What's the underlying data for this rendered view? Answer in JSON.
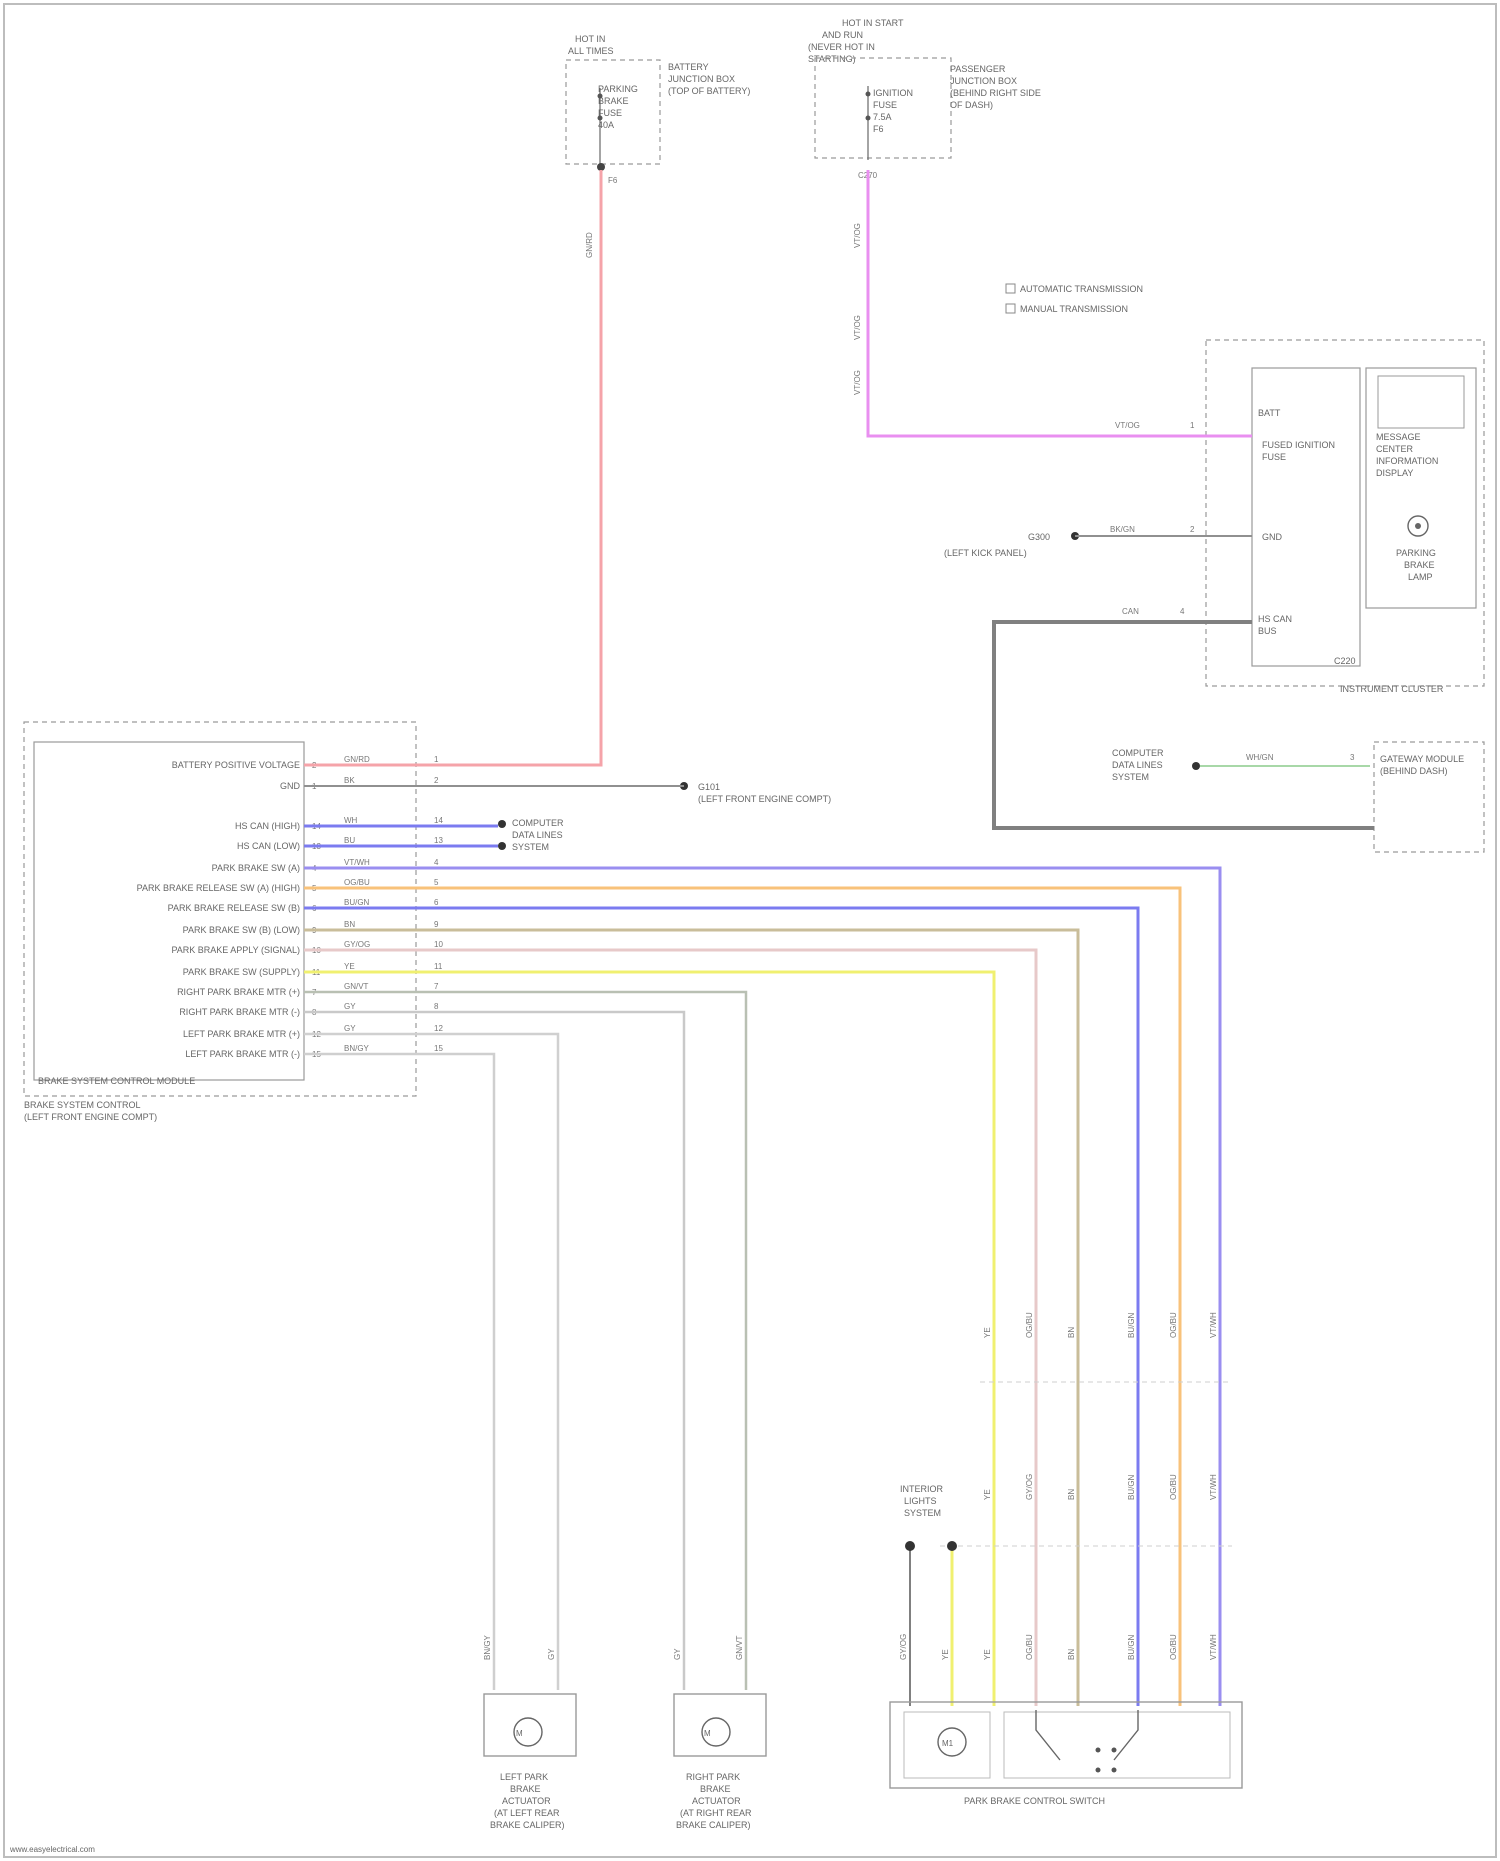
{
  "diagram": {
    "top_fuse_left": {
      "header": [
        "HOT IN",
        "ALL TIMES"
      ],
      "fuse_label": [
        "PARKING",
        "BRAKE",
        "FUSE",
        "40A"
      ],
      "location": [
        "BATTERY",
        "JUNCTION BOX",
        "(TOP OF BATTERY)"
      ],
      "pin": "F6",
      "wire": "GN/RD"
    },
    "top_fuse_right": {
      "header": [
        "HOT IN START",
        "AND RUN",
        "(NEVER HOT IN",
        "STARTING)"
      ],
      "fuse_label": [
        "IGNITION",
        "FUSE",
        "7.5A",
        "F6"
      ],
      "location": [
        "PASSENGER",
        "JUNCTION BOX",
        "(BEHIND RIGHT SIDE",
        "OF DASH)"
      ],
      "pin": "C270",
      "wire_top": "VT/OG",
      "wire_mid": "VT/OG",
      "wire_bot": "VT/OG"
    },
    "legend": [
      "AUTOMATIC TRANSMISSION",
      "MANUAL TRANSMISSION"
    ],
    "instrument_cluster": {
      "title": "INSTRUMENT CLUSTER",
      "bat_label": "BATT",
      "fused_label": [
        "FUSED IGNITION",
        "FUSE"
      ],
      "gnd_label": "GND",
      "network_label": [
        "HS CAN",
        "BUS"
      ],
      "message_center": [
        "MESSAGE",
        "CENTER",
        "INFORMATION",
        "DISPLAY"
      ],
      "lamp_label": [
        "PARKING",
        "BRAKE",
        "LAMP"
      ],
      "connector": "C220",
      "wire_ign": "VT/OG",
      "pin_ign": "1",
      "wire_gnd": "BK/GN",
      "pin_gnd": "2",
      "wire_can": "CAN",
      "pin_can": "4",
      "ground_point": [
        "G300",
        "(LEFT KICK PANEL)"
      ]
    },
    "abs_module": {
      "title": "BRAKE SYSTEM CONTROL MODULE",
      "location": [
        "BRAKE SYSTEM CONTROL",
        "(LEFT FRONT ENGINE COMPT)"
      ],
      "rows": [
        {
          "label": "BATTERY POSITIVE VOLTAGE",
          "pin": "2",
          "wire": "GN/RD",
          "circuit": "1"
        },
        {
          "label": "GND",
          "pin": "1",
          "wire": "BK",
          "circuit": "2"
        },
        {
          "label": "HS CAN (HIGH)",
          "pin": "14",
          "wire": "WH",
          "circuit": "14"
        },
        {
          "label": "HS CAN (LOW)",
          "pin": "13",
          "wire": "BU",
          "circuit": "13"
        },
        {
          "label": "PARK BRAKE SW (A)",
          "pin": "4",
          "wire": "VT/WH",
          "circuit": "4"
        },
        {
          "label": "PARK BRAKE RELEASE SW (A) (HIGH)",
          "pin": "5",
          "wire": "OG/BU",
          "circuit": "5"
        },
        {
          "label": "PARK BRAKE RELEASE SW (B)",
          "pin": "6",
          "wire": "BU/GN",
          "circuit": "6"
        },
        {
          "label": "PARK BRAKE SW (B) (LOW)",
          "pin": "9",
          "wire": "BN",
          "circuit": "9"
        },
        {
          "label": "PARK BRAKE APPLY (SIGNAL)",
          "pin": "10",
          "wire": "GY/OG",
          "circuit": "10"
        },
        {
          "label": "PARK BRAKE SW (SUPPLY)",
          "pin": "11",
          "wire": "YE",
          "circuit": "11"
        },
        {
          "label": "RIGHT PARK BRAKE MTR (+)",
          "pin": "7",
          "wire": "GN/VT",
          "circuit": "7"
        },
        {
          "label": "RIGHT PARK BRAKE MTR (-)",
          "pin": "8",
          "wire": "GY",
          "circuit": "8"
        },
        {
          "label": "LEFT PARK BRAKE MTR (+)",
          "pin": "12",
          "wire": "GY",
          "circuit": "12"
        },
        {
          "label": "LEFT PARK BRAKE MTR (-)",
          "pin": "15",
          "wire": "BN/GY",
          "circuit": "15"
        }
      ],
      "ground": [
        "G101",
        "(LEFT FRONT ENGINE COMPT)"
      ],
      "can_ref": [
        "COMPUTER",
        "DATA LINES",
        "SYSTEM"
      ]
    },
    "can_ref_right": {
      "label": [
        "COMPUTER",
        "DATA LINES",
        "SYSTEM"
      ],
      "wire": "WH/GN",
      "pin": "3",
      "gateway": [
        "GATEWAY MODULE",
        "(BEHIND DASH)"
      ]
    },
    "actuators": [
      {
        "name": [
          "LEFT PARK",
          "BRAKE",
          "ACTUATOR",
          "(AT LEFT REAR",
          "BRAKE CALIPER)"
        ],
        "wire_a": "BN/GY",
        "wire_b": "GY"
      },
      {
        "name": [
          "RIGHT PARK",
          "BRAKE",
          "ACTUATOR",
          "(AT RIGHT REAR",
          "BRAKE CALIPER)"
        ],
        "wire_a": "GY",
        "wire_b": "GN/VT"
      }
    ],
    "switch": {
      "name": "PARK BRAKE CONTROL SWITCH",
      "ref": [
        "INTERIOR",
        "LIGHTS",
        "SYSTEM"
      ],
      "lamp": "M1",
      "wires": [
        "YE",
        "GY/OG",
        "BN",
        "BU/GN",
        "OG/BU",
        "VT/WH"
      ]
    },
    "footer": "www.easyelectrical.com"
  },
  "colors": {
    "red": "#f5a3a9",
    "magenta": "#e98ff0",
    "blue": "#7b7bf0",
    "orange": "#f8c27a",
    "yellow": "#f0f070",
    "tan": "#c9bd9a",
    "pink": "#e7c9c9",
    "gray": "#b9c0b3",
    "dark": "#808080"
  }
}
